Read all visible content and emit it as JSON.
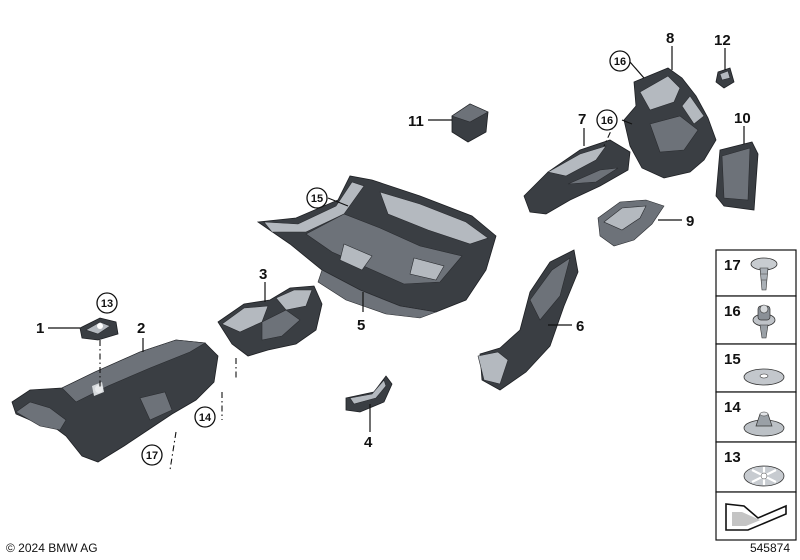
{
  "copyright": "© 2024 BMW AG",
  "diagram_number": "545874",
  "callouts": [
    {
      "id": "c1",
      "label": "1"
    },
    {
      "id": "c2",
      "label": "2"
    },
    {
      "id": "c3",
      "label": "3"
    },
    {
      "id": "c4",
      "label": "4"
    },
    {
      "id": "c5",
      "label": "5"
    },
    {
      "id": "c6",
      "label": "6"
    },
    {
      "id": "c7",
      "label": "7"
    },
    {
      "id": "c8",
      "label": "8"
    },
    {
      "id": "c9",
      "label": "9"
    },
    {
      "id": "c10",
      "label": "10"
    },
    {
      "id": "c11",
      "label": "11"
    },
    {
      "id": "c12",
      "label": "12"
    }
  ],
  "circled_callouts": [
    {
      "id": "cc13",
      "label": "13"
    },
    {
      "id": "cc14",
      "label": "14"
    },
    {
      "id": "cc15",
      "label": "15"
    },
    {
      "id": "cc16a",
      "label": "16"
    },
    {
      "id": "cc16b",
      "label": "16"
    },
    {
      "id": "cc17",
      "label": "17"
    }
  ],
  "side_panel": [
    {
      "label": "17",
      "icon": "plastic-rivet-icon"
    },
    {
      "label": "16",
      "icon": "expanding-rivet-icon"
    },
    {
      "label": "15",
      "icon": "washer-icon"
    },
    {
      "label": "14",
      "icon": "speed-nut-icon"
    },
    {
      "label": "13",
      "icon": "star-lock-washer-icon"
    }
  ]
}
